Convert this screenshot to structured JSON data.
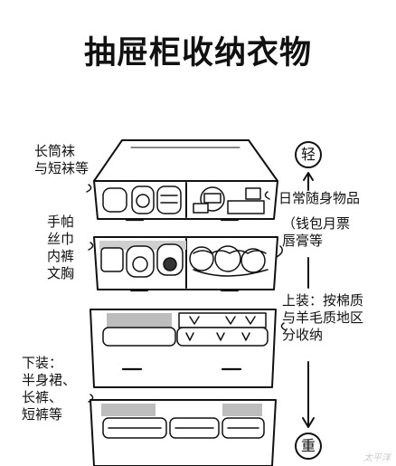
{
  "title": "抽屉柜收纳衣物",
  "labels": {
    "socks": "长筒袜\n与短袜等",
    "daily": "日常随身物品",
    "daily_sub": "（钱包月票\n唇膏等",
    "small": "手帕\n丝巾\n内裤\n文胸",
    "tops": "上装：按棉质\n与羊毛质地区\n分收纳",
    "bottoms": "下装：\n半身裙、\n长裤、\n短裤等"
  },
  "scale": {
    "light": "轻",
    "heavy": "重"
  },
  "watermark": "太平洋"
}
